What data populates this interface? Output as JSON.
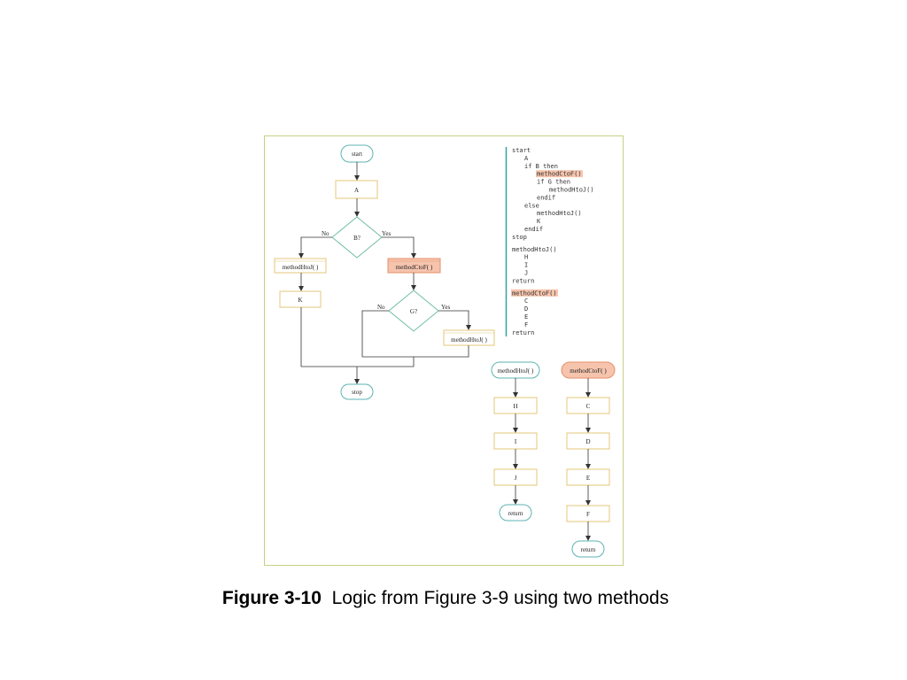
{
  "main_flowchart": {
    "start": "start",
    "a": "A",
    "decision_b": "B?",
    "no_label": "No",
    "yes_label": "Yes",
    "method_h_to_j": "methodHtoJ( )",
    "method_c_to_f": "methodCtoF( )",
    "k": "K",
    "decision_g": "G?",
    "no_label_2": "No",
    "yes_label_2": "Yes",
    "method_h_to_j_2": "methodHtoJ( )",
    "stop": "stop"
  },
  "pseudocode": [
    {
      "text": "start",
      "indent": 0,
      "highlight": false
    },
    {
      "text": "A",
      "indent": 1,
      "highlight": false
    },
    {
      "text": "if B then",
      "indent": 1,
      "highlight": false
    },
    {
      "text": "methodCtoF()",
      "indent": 2,
      "highlight": true
    },
    {
      "text": "if G then",
      "indent": 2,
      "highlight": false
    },
    {
      "text": "methodHtoJ()",
      "indent": 3,
      "highlight": false
    },
    {
      "text": "endif",
      "indent": 2,
      "highlight": false
    },
    {
      "text": "else",
      "indent": 1,
      "highlight": false
    },
    {
      "text": "methodHtoJ()",
      "indent": 2,
      "highlight": false
    },
    {
      "text": "K",
      "indent": 2,
      "highlight": false
    },
    {
      "text": "endif",
      "indent": 1,
      "highlight": false
    },
    {
      "text": "stop",
      "indent": 0,
      "highlight": false
    },
    {
      "text": "methodHtoJ()",
      "indent": 0,
      "highlight": false,
      "gap": true
    },
    {
      "text": "H",
      "indent": 1,
      "highlight": false
    },
    {
      "text": "I",
      "indent": 1,
      "highlight": false
    },
    {
      "text": "J",
      "indent": 1,
      "highlight": false
    },
    {
      "text": "return",
      "indent": 0,
      "highlight": false
    },
    {
      "text": "methodCtoF()",
      "indent": 0,
      "highlight": true,
      "gap": true
    },
    {
      "text": "C",
      "indent": 1,
      "highlight": false
    },
    {
      "text": "D",
      "indent": 1,
      "highlight": false
    },
    {
      "text": "E",
      "indent": 1,
      "highlight": false
    },
    {
      "text": "F",
      "indent": 1,
      "highlight": false
    },
    {
      "text": "return",
      "indent": 0,
      "highlight": false
    }
  ],
  "method_h_flow": {
    "header": "methodHtoJ( )",
    "steps": [
      "H",
      "I",
      "J"
    ],
    "end": "return"
  },
  "method_c_flow": {
    "header": "methodCtoF( )",
    "steps": [
      "C",
      "D",
      "E",
      "F"
    ],
    "end": "return"
  },
  "caption": {
    "figure_number": "Figure 3-10",
    "text": "Logic from Figure 3-9 using two methods"
  },
  "colors": {
    "terminal_stroke": "#5fb3b3",
    "process_stroke": "#e6c77a",
    "decision_stroke": "#6fbfa0",
    "highlight_fill": "#f6c4ad",
    "highlight_stroke": "#e58f6b",
    "frame_stroke": "#c9cf86",
    "code_rule": "#3aa0a0"
  }
}
